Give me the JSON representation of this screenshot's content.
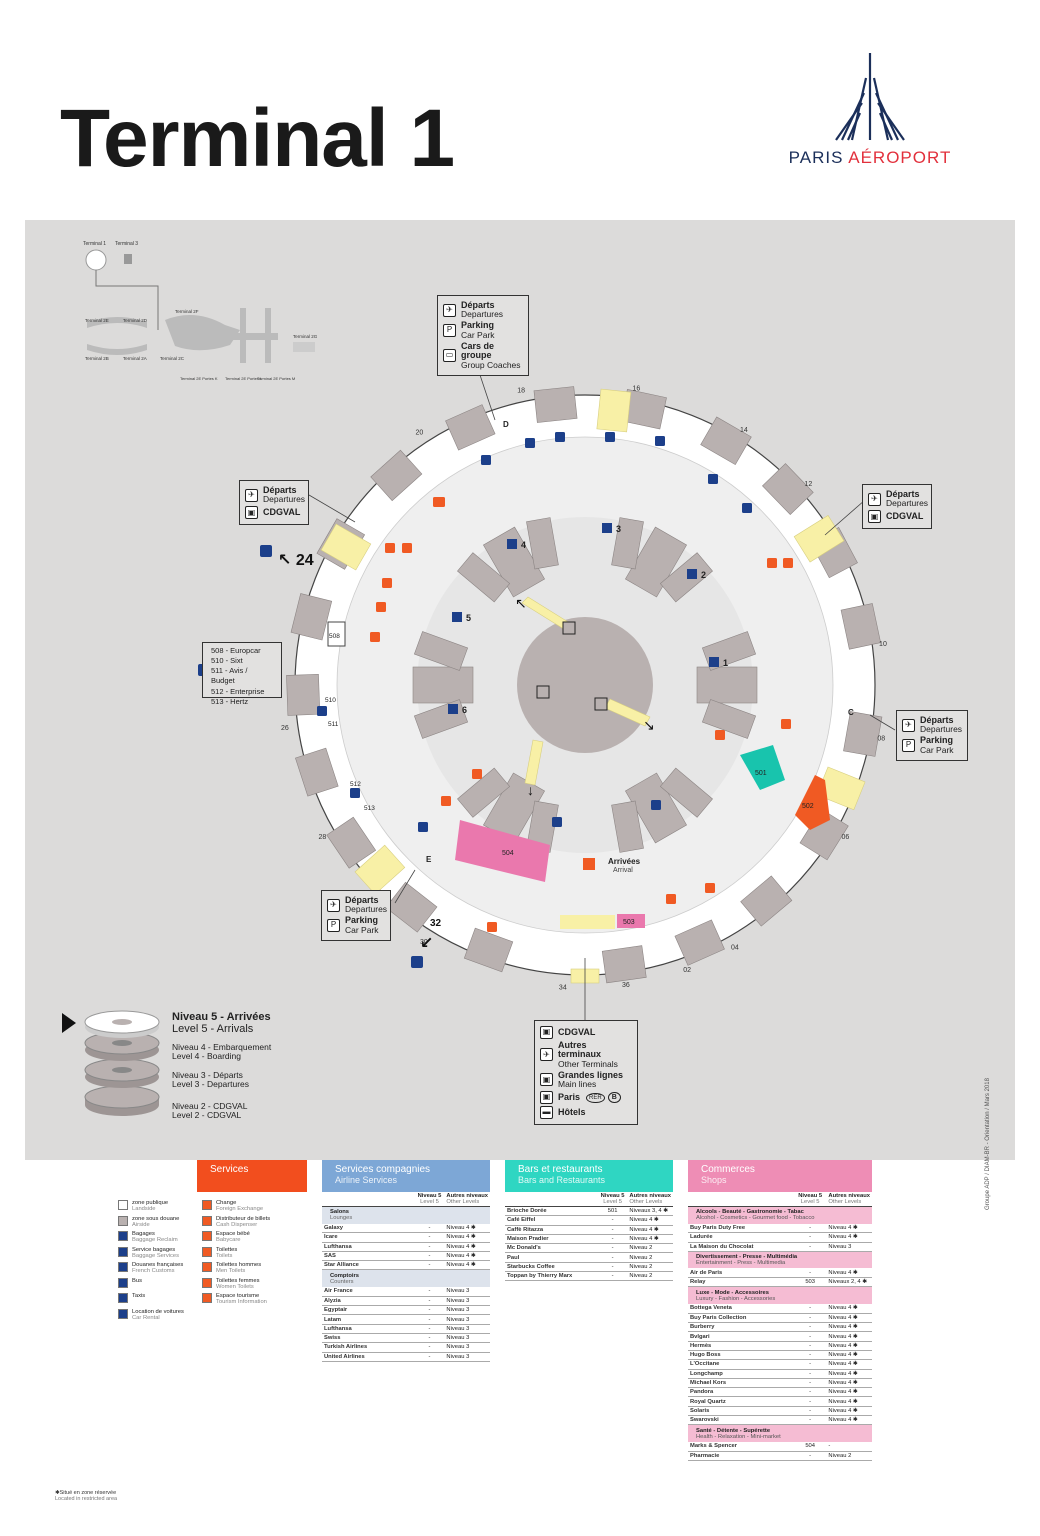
{
  "title": "Terminal 1",
  "logo": {
    "paris": "PARIS",
    "aeroport": "AÉROPORT"
  },
  "side_note": "Groupe ADP / DIAM-BR - Orientation / Mars 2018",
  "minimap": {
    "labels": [
      "Terminal 1",
      "Terminal 3",
      "Terminal 2E",
      "Terminal 2F",
      "Terminal 2D",
      "Terminal 2B",
      "Terminal 2A",
      "Terminal 2C",
      "Terminal 2G",
      "Terminal 2E Portes K",
      "Terminal 2E Portes L",
      "Terminal 2E Portes M"
    ]
  },
  "gates": [
    "18",
    "16",
    "14",
    "20",
    "12",
    "10",
    "24",
    "08",
    "26",
    "06",
    "28",
    "04",
    "30",
    "32",
    "02",
    "34",
    "36"
  ],
  "satellites": [
    "1",
    "2",
    "3",
    "4",
    "5",
    "6"
  ],
  "door_letters": [
    "D",
    "C",
    "E"
  ],
  "zone_numbers": [
    "501",
    "502",
    "503",
    "504",
    "508",
    "510",
    "511",
    "512",
    "513"
  ],
  "arrivals": {
    "fr": "Arrivées",
    "en": "Arrival"
  },
  "boxes": {
    "top": [
      {
        "bold": "Départs",
        "sub": "Departures",
        "icon": "plane-departure-icon"
      },
      {
        "bold": "Parking",
        "sub": "Car Park",
        "icon": "parking-icon"
      },
      {
        "bold": "Cars de groupe",
        "sub": "Group Coaches",
        "icon": "coach-icon"
      }
    ],
    "left": [
      {
        "bold": "Départs",
        "sub": "Departures",
        "icon": "plane-departure-icon"
      },
      {
        "bold": "CDGVAL",
        "sub": "",
        "icon": "train-icon"
      }
    ],
    "right_top": [
      {
        "bold": "Départs",
        "sub": "Departures",
        "icon": "plane-departure-icon"
      },
      {
        "bold": "CDGVAL",
        "sub": "",
        "icon": "train-icon"
      }
    ],
    "right_mid": [
      {
        "bold": "Départs",
        "sub": "Departures",
        "icon": "plane-departure-icon"
      },
      {
        "bold": "Parking",
        "sub": "Car Park",
        "icon": "parking-icon"
      }
    ],
    "bottom_left": [
      {
        "bold": "Départs",
        "sub": "Departures",
        "icon": "plane-departure-icon"
      },
      {
        "bold": "Parking",
        "sub": "Car Park",
        "icon": "parking-icon"
      }
    ],
    "bottom": [
      {
        "bold": "CDGVAL",
        "sub": "",
        "icon": "train-icon"
      },
      {
        "bold": "Autres terminaux",
        "sub": "Other Terminals",
        "icon": "plane-icon"
      },
      {
        "bold": "Grandes lignes",
        "sub": "Main lines",
        "icon": "train-icon"
      },
      {
        "bold": "Paris",
        "sub": "",
        "icon": "train-icon"
      },
      {
        "bold": "Hôtels",
        "sub": "",
        "icon": "bed-icon"
      }
    ]
  },
  "rer": {
    "rer": "RER",
    "b": "B"
  },
  "rental": [
    "508 - Europcar",
    "510 - Sixt",
    "511 - Avis / Budget",
    "512 - Enterprise",
    "513 - Hertz"
  ],
  "levels": [
    {
      "fr": "Niveau 5 - Arrivées",
      "en": "Level 5 - Arrivals"
    },
    {
      "fr": "Niveau 4 - Embarquement",
      "en": "Level 4 - Boarding"
    },
    {
      "fr": "Niveau 3 - Départs",
      "en": "Level 3 - Departures"
    },
    {
      "fr": "Niveau 2 - CDGVAL",
      "en": "Level 2 - CDGVAL"
    }
  ],
  "legend": [
    {
      "fr": "zone publique",
      "en": "Landside"
    },
    {
      "fr": "zone sous douane",
      "en": "Airside"
    },
    {
      "fr": "Bagages",
      "en": "Baggage Reclaim"
    },
    {
      "fr": "Service bagages",
      "en": "Baggage Services"
    },
    {
      "fr": "Douanes françaises",
      "en": "French Customs"
    },
    {
      "fr": "Bus",
      "en": ""
    },
    {
      "fr": "Taxis",
      "en": ""
    },
    {
      "fr": "Location de voitures",
      "en": "Car Rental"
    },
    {
      "fr": "Change",
      "en": "Foreign Exchange"
    },
    {
      "fr": "Distributeur de billets",
      "en": "Cash Dispenser"
    },
    {
      "fr": "Espace bébé",
      "en": "Babycare"
    },
    {
      "fr": "Toilettes",
      "en": "Toilets"
    },
    {
      "fr": "Toilettes hommes",
      "en": "Men Toilets"
    },
    {
      "fr": "Toilettes femmes",
      "en": "Women Toilets"
    },
    {
      "fr": "Espace tourisme",
      "en": "Tourism Information"
    }
  ],
  "panels": {
    "services": {
      "title": "Services",
      "color": "#f24e1e"
    },
    "airline": {
      "title": "Services compagnies",
      "subtitle": "Airline Services",
      "color": "#7da7d6",
      "col_a": "Niveau 5",
      "col_a_sub": "Level 5",
      "col_b": "Autres niveaux",
      "col_b_sub": "Other Levels",
      "sections": [
        {
          "name": "Salons",
          "sub": "Lounges",
          "rows": [
            [
              "Galaxy",
              "-",
              "Niveau 4 ✱"
            ],
            [
              "Icare",
              "-",
              "Niveau 4 ✱"
            ],
            [
              "Lufthansa",
              "-",
              "Niveau 4 ✱"
            ],
            [
              "SAS",
              "-",
              "Niveau 4 ✱"
            ],
            [
              "Star Alliance",
              "-",
              "Niveau 4 ✱"
            ]
          ]
        },
        {
          "name": "Comptoirs",
          "sub": "Counters",
          "rows": [
            [
              "Air France",
              "-",
              "Niveau 3"
            ],
            [
              "Alyzia",
              "-",
              "Niveau 3"
            ],
            [
              "Egyptair",
              "-",
              "Niveau 3"
            ],
            [
              "Latam",
              "-",
              "Niveau 3"
            ],
            [
              "Lufthansa",
              "-",
              "Niveau 3"
            ],
            [
              "Swiss",
              "-",
              "Niveau 3"
            ],
            [
              "Turkish Airlines",
              "-",
              "Niveau 3"
            ],
            [
              "United Airlines",
              "-",
              "Niveau 3"
            ]
          ]
        }
      ]
    },
    "bars": {
      "title": "Bars et restaurants",
      "subtitle": "Bars and Restaurants",
      "color": "#2fd6c2",
      "col_a": "Niveau 5",
      "col_a_sub": "Level 5",
      "col_b": "Autres niveaux",
      "col_b_sub": "Other Levels",
      "rows": [
        [
          "Brioche Dorée",
          "501",
          "Niveaux 3, 4 ✱"
        ],
        [
          "Café Eiffel",
          "-",
          "Niveau 4 ✱"
        ],
        [
          "Caffè Ritazza",
          "-",
          "Niveau 4 ✱"
        ],
        [
          "Maison Pradier",
          "-",
          "Niveau 4 ✱"
        ],
        [
          "Mc Donald's",
          "-",
          "Niveau 2"
        ],
        [
          "Paul",
          "-",
          "Niveau 2"
        ],
        [
          "Starbucks Coffee",
          "-",
          "Niveau 2"
        ],
        [
          "Toppan by Thierry Marx",
          "-",
          "Niveau 2"
        ]
      ]
    },
    "shops": {
      "title": "Commerces",
      "subtitle": "Shops",
      "color": "#ee8db5",
      "col_a": "Niveau 5",
      "col_a_sub": "Level 5",
      "col_b": "Autres niveaux",
      "col_b_sub": "Other Levels",
      "sections": [
        {
          "name": "Alcools - Beauté - Gastronomie - Tabac",
          "sub": "Alcohol - Cosmetics - Gourmet food - Tobacco",
          "rows": [
            [
              "Buy Paris Duty Free",
              "-",
              "Niveau 4 ✱"
            ],
            [
              "Ladurée",
              "-",
              "Niveau 4 ✱"
            ],
            [
              "La Maison du Chocolat",
              "-",
              "Niveau 3"
            ]
          ]
        },
        {
          "name": "Divertissement - Presse - Multimédia",
          "sub": "Entertainment - Press - Multimedia",
          "rows": [
            [
              "Air de Paris",
              "-",
              "Niveau 4 ✱"
            ],
            [
              "Relay",
              "503",
              "Niveaux 2, 4 ✱"
            ]
          ]
        },
        {
          "name": "Luxe - Mode - Accessoires",
          "sub": "Luxury - Fashion - Accessories",
          "rows": [
            [
              "Bottega Veneta",
              "-",
              "Niveau 4 ✱"
            ],
            [
              "Buy Paris Collection",
              "-",
              "Niveau 4 ✱"
            ],
            [
              "Burberry",
              "-",
              "Niveau 4 ✱"
            ],
            [
              "Bvlgari",
              "-",
              "Niveau 4 ✱"
            ],
            [
              "Hermès",
              "-",
              "Niveau 4 ✱"
            ],
            [
              "Hugo Boss",
              "-",
              "Niveau 4 ✱"
            ],
            [
              "L'Occitane",
              "-",
              "Niveau 4 ✱"
            ],
            [
              "Longchamp",
              "-",
              "Niveau 4 ✱"
            ],
            [
              "Michael Kors",
              "-",
              "Niveau 4 ✱"
            ],
            [
              "Pandora",
              "-",
              "Niveau 4 ✱"
            ],
            [
              "Royal Quartz",
              "-",
              "Niveau 4 ✱"
            ],
            [
              "Solaris",
              "-",
              "Niveau 4 ✱"
            ],
            [
              "Swarovski",
              "-",
              "Niveau 4 ✱"
            ]
          ]
        },
        {
          "name": "Santé - Détente - Supérette",
          "sub": "Health - Relaxation - Mini-market",
          "rows": [
            [
              "Marks & Spencer",
              "504",
              "-"
            ],
            [
              "Pharmacie",
              "-",
              "Niveau 2"
            ]
          ]
        }
      ]
    }
  },
  "footnote": {
    "fr": "✱Situé en zone réservée",
    "en": "Located in restricted area"
  },
  "colors": {
    "map_bg": "#dcdbda",
    "building": "#b9b1b0",
    "landside": "#ffffff",
    "airside": "#efefef",
    "service_orange": "#f05a23",
    "service_blue": "#1c3f8a",
    "shop_pink": "#ea78ad",
    "bar_teal": "#18c4ad",
    "path_yellow": "#f8f0a6"
  }
}
